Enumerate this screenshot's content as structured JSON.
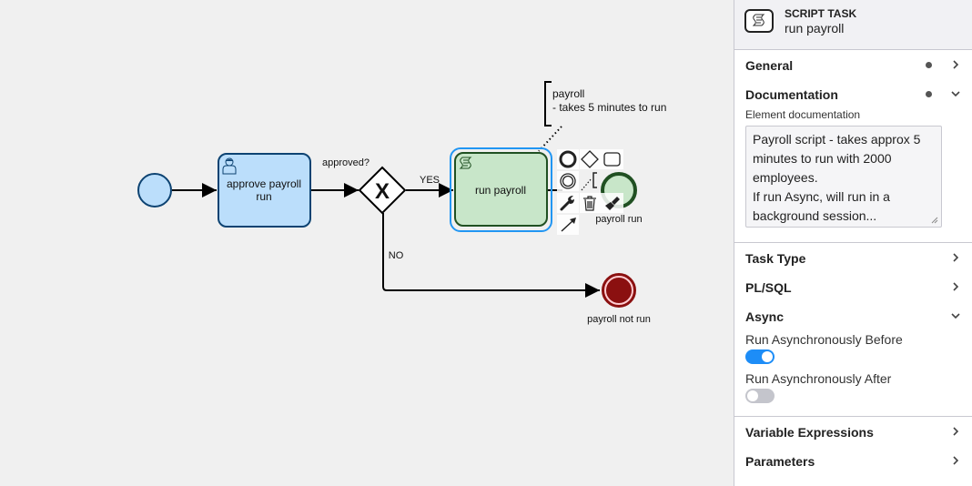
{
  "diagram": {
    "start_event": {
      "label": ""
    },
    "user_task": {
      "label_line1": "approve payroll",
      "label_line2": "run",
      "icon": "user-icon"
    },
    "gateway": {
      "label": "approved?",
      "marker": "X"
    },
    "flow_yes": {
      "label": "YES"
    },
    "flow_no": {
      "label": "NO"
    },
    "script_task": {
      "label": "run payroll",
      "icon": "script-icon",
      "selected": true
    },
    "annotation": {
      "line1": "payroll",
      "line2": "- takes 5 minutes to run"
    },
    "end_event_run": {
      "label": "payroll run"
    },
    "end_event_not_run": {
      "label": "payroll not run"
    },
    "context_pad": [
      "append-end-event",
      "append-gateway",
      "append-task",
      "append-intermediate-event",
      "append-text-annotation",
      "change-type-wrench",
      "delete-trash",
      "color-paintbrush",
      "connect-arrow"
    ]
  },
  "panel": {
    "header": {
      "type": "SCRIPT TASK",
      "name": "run payroll",
      "icon": "script-icon"
    },
    "groups": {
      "general": {
        "title": "General",
        "has_data": true,
        "expanded": false
      },
      "documentation": {
        "title": "Documentation",
        "has_data": true,
        "expanded": true,
        "field_label": "Element documentation",
        "value": "Payroll script - takes approx 5 minutes to run with 2000 employees.\nIf run Async, will run in a background session..."
      },
      "task_type": {
        "title": "Task Type",
        "expanded": false
      },
      "plsql": {
        "title": "PL/SQL",
        "expanded": false
      },
      "async": {
        "title": "Async",
        "expanded": true,
        "before_label": "Run Asynchronously Before",
        "before_value": true,
        "after_label": "Run Asynchronously After",
        "after_value": false
      },
      "variable_expressions": {
        "title": "Variable Expressions",
        "expanded": false
      },
      "parameters": {
        "title": "Parameters",
        "expanded": false
      }
    }
  },
  "colors": {
    "user_task_fill": "#bbdefb",
    "user_task_stroke": "#0d4372",
    "script_task_fill": "#c8e6c9",
    "script_task_stroke": "#205022",
    "selection": "#2196f3",
    "end_not_run_fill": "#8b1010",
    "toggle_on": "#1d8df7"
  }
}
